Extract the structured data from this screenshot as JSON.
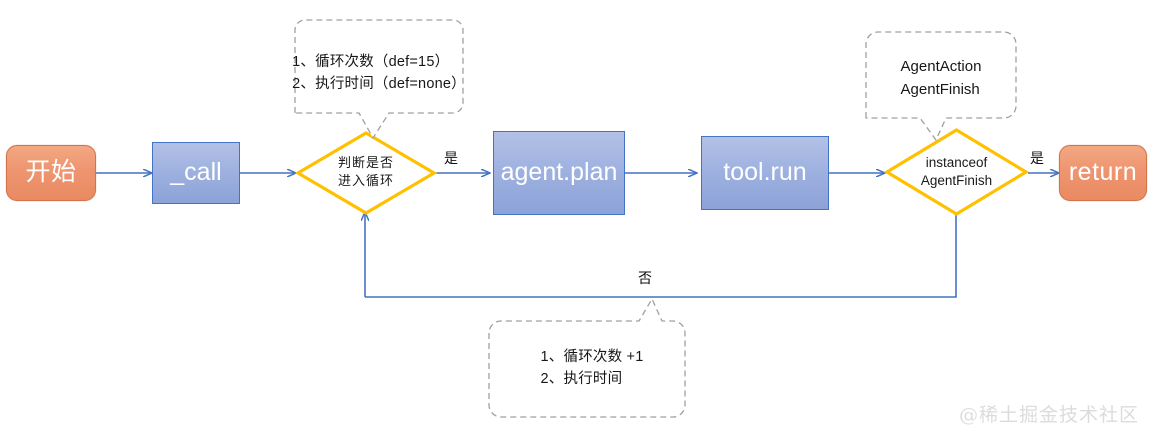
{
  "diagram": {
    "title": "LangChain Agent _call loop flowchart",
    "colors": {
      "terminator_fill": "#EE9570",
      "terminator_border": "#D2734A",
      "process_fill": "#9DB0DF",
      "process_border": "#4472C4",
      "decision_border": "#FFC000",
      "connector": "#4472C4",
      "callout_border": "#9E9E9E",
      "background": "#FFFFFF"
    },
    "nodes": [
      {
        "id": "start",
        "type": "terminator",
        "label": "开始"
      },
      {
        "id": "call",
        "type": "process",
        "label": "_call"
      },
      {
        "id": "decide-loop",
        "type": "decision",
        "label": "判断是否\n进入循环"
      },
      {
        "id": "agent-plan",
        "type": "process",
        "label": "agent.plan"
      },
      {
        "id": "tool-run",
        "type": "process",
        "label": "tool.run"
      },
      {
        "id": "is-finish",
        "type": "decision",
        "label": "instanceof\nAgentFinish"
      },
      {
        "id": "return",
        "type": "terminator",
        "label": "return"
      }
    ],
    "edge_labels": {
      "decide_yes": "是",
      "finish_yes": "是",
      "loop_no": "否"
    },
    "callouts": [
      {
        "id": "loop-params",
        "lines": "1、循环次数（def=15）\n2、执行时间（def=none）"
      },
      {
        "id": "agent-types",
        "lines": "AgentAction\nAgentFinish"
      },
      {
        "id": "loop-increment",
        "lines": "1、循环次数 +1\n2、执行时间"
      }
    ],
    "watermark": "@稀土掘金技术社区"
  }
}
